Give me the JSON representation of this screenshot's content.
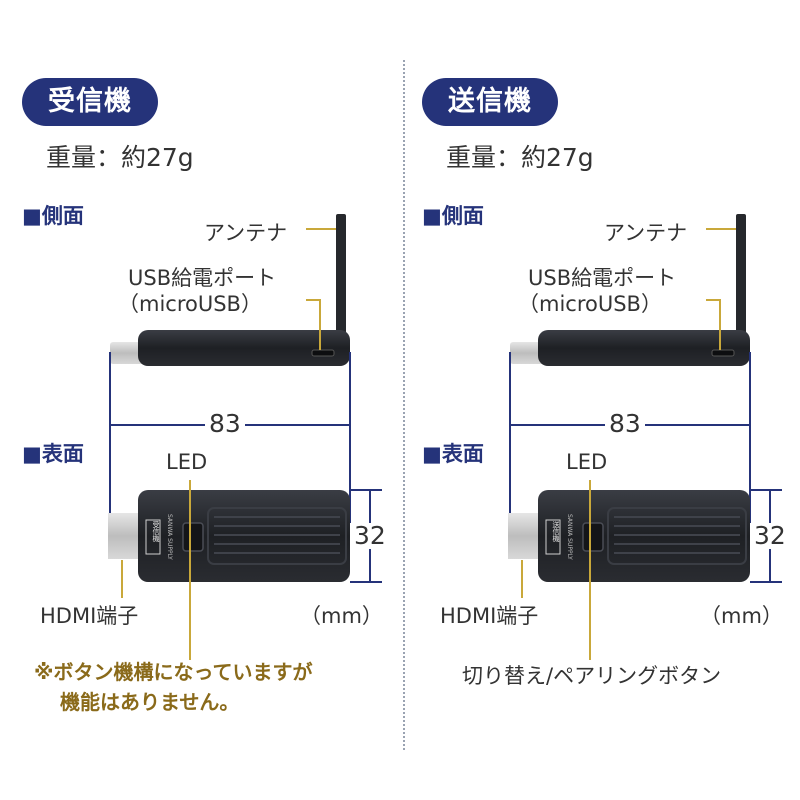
{
  "receiver": {
    "title": "受信機",
    "weight": "重量：約27g",
    "side_view": "■側面",
    "antenna": "アンテナ",
    "usb_port": "USB給電ポート",
    "usb_port_sub": "（microUSB）",
    "length": "83",
    "front_view": "■表面",
    "led": "LED",
    "height": "32",
    "unit": "（mm）",
    "hdmi": "HDMI端子",
    "note_line1": "※ボタン機構になっていますが",
    "note_line2": "機能はありません。",
    "body_mark": "受信機",
    "brand": "SANWA SUPPLY"
  },
  "transmitter": {
    "title": "送信機",
    "weight": "重量：約27g",
    "side_view": "■側面",
    "antenna": "アンテナ",
    "usb_port": "USB給電ポート",
    "usb_port_sub": "（microUSB）",
    "length": "83",
    "front_view": "■表面",
    "led": "LED",
    "height": "32",
    "unit": "（mm）",
    "hdmi": "HDMI端子",
    "button": "切り替え/ペアリングボタン",
    "body_mark": "送信機",
    "brand": "SANWA SUPPLY"
  },
  "colors": {
    "navy": "#25337a",
    "gold_line": "#c9a83a",
    "device": "#1c1e22"
  }
}
